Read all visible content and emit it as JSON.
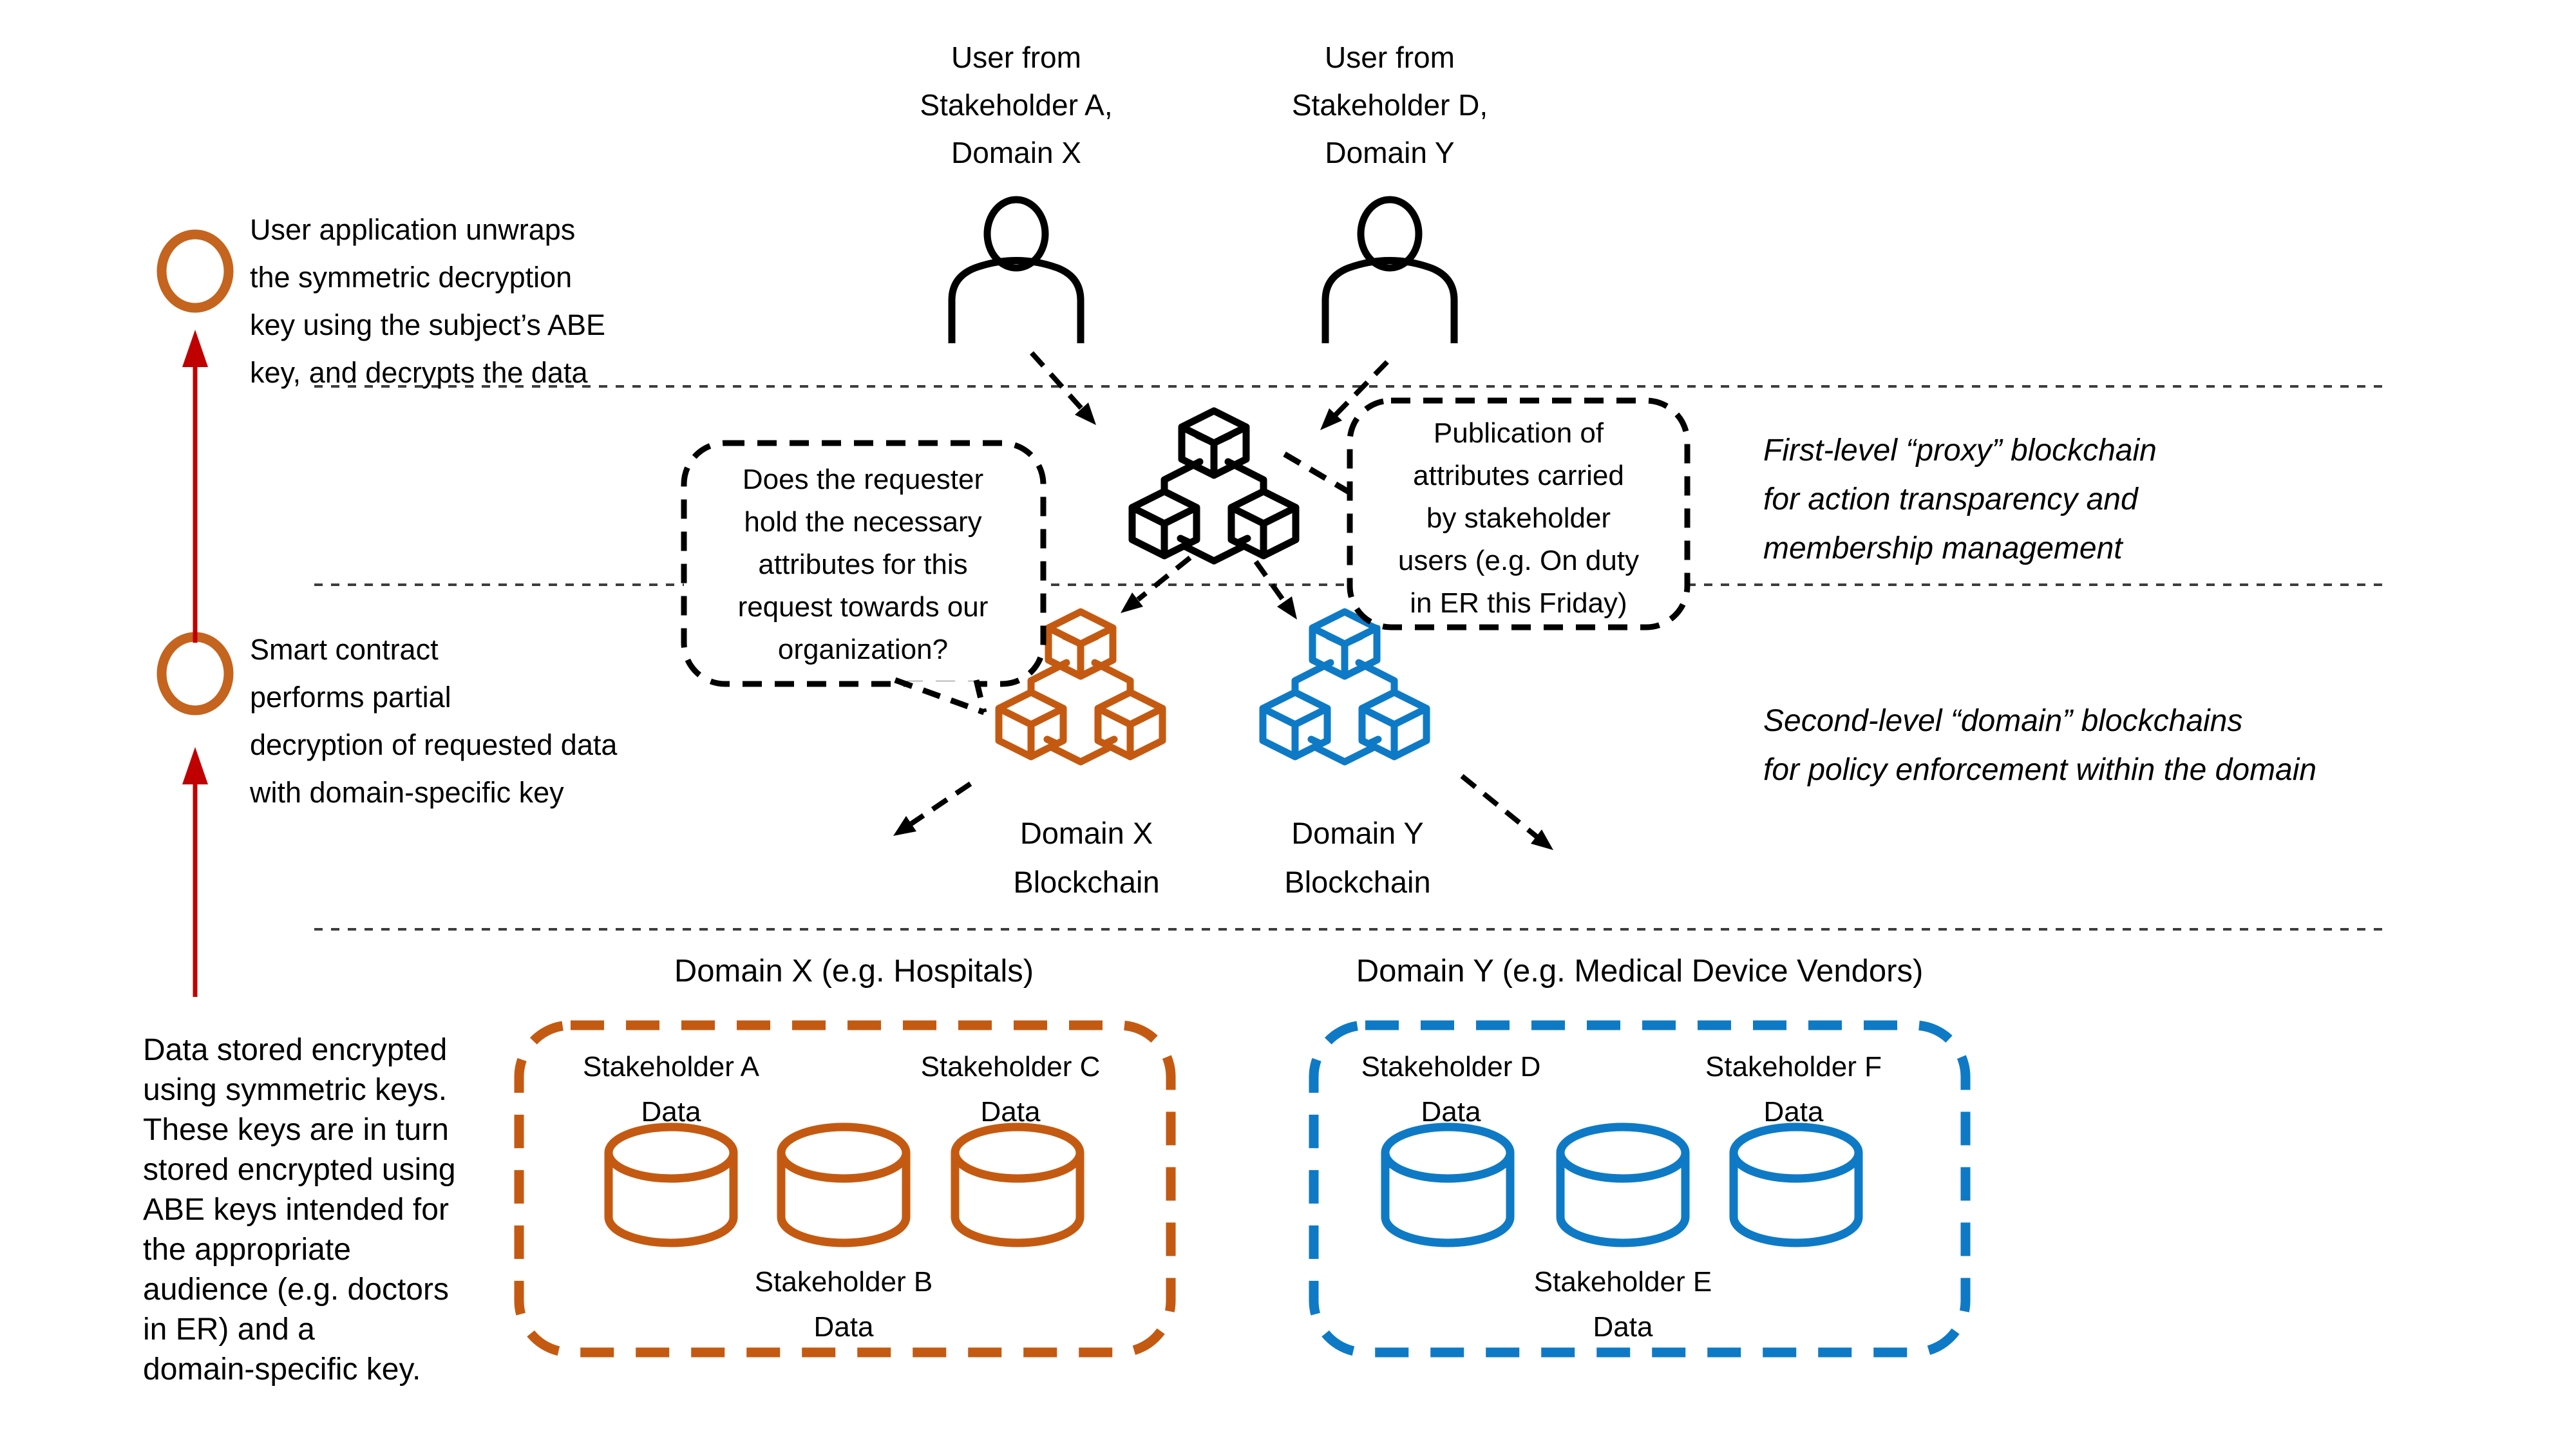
{
  "colors": {
    "orange": "#C45A11",
    "blue": "#0E7AC6",
    "red": "#C00000",
    "black": "#000000"
  },
  "users": {
    "user_a": "User from\nStakeholder A,\nDomain X",
    "user_d": "User from\nStakeholder D,\nDomain Y"
  },
  "steps": {
    "unwrap_note": "User application unwraps\nthe symmetric decryption\nkey using the subject’s ABE\nkey, and decrypts the data",
    "smart_contract_note": "Smart contract\nperforms partial\ndecryption of requested data\nwith domain-specific key",
    "storage_note": "Data stored encrypted\nusing symmetric keys.\nThese keys are in turn\nstored encrypted using\nABE keys intended for\nthe appropriate\naudience (e.g. doctors\nin ER) and a\ndomain-specific key."
  },
  "bubbles": {
    "request": "Does the requester\nhold the necessary\nattributes for this\nrequest towards our\norganization?",
    "publication": "Publication of\nattributes carried\nby stakeholder\nusers (e.g. On duty\nin ER this Friday)"
  },
  "levels": {
    "first": "First-level “proxy” blockchain\nfor action transparency and\nmembership management",
    "second": "Second-level “domain” blockchains\nfor policy enforcement within the domain"
  },
  "blockchains": {
    "domain_x": "Domain X\nBlockchain",
    "domain_y": "Domain Y\nBlockchain"
  },
  "domains": {
    "x": {
      "title": "Domain X (e.g. Hospitals)",
      "stakeholders": [
        "Stakeholder A\nData",
        "Stakeholder C\nData",
        "Stakeholder B\nData"
      ]
    },
    "y": {
      "title": "Domain Y (e.g. Medical Device Vendors)",
      "stakeholders": [
        "Stakeholder D\nData",
        "Stakeholder F\nData",
        "Stakeholder E\nData"
      ]
    }
  }
}
